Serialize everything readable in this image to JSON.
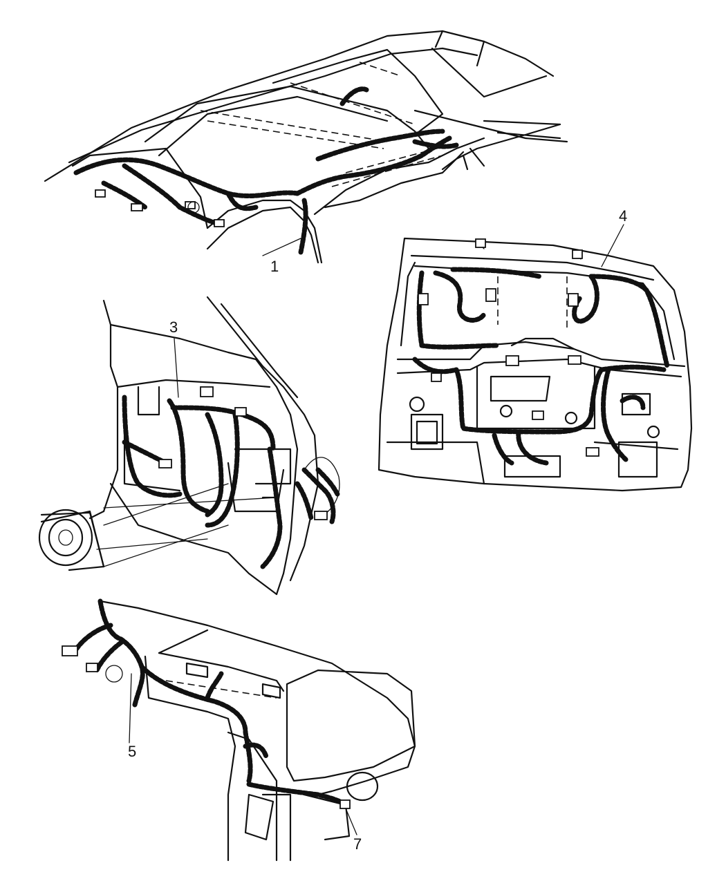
{
  "callouts": [
    {
      "id": "1",
      "label": "1"
    },
    {
      "id": "3",
      "label": "3"
    },
    {
      "id": "4",
      "label": "4"
    },
    {
      "id": "5",
      "label": "5"
    },
    {
      "id": "7",
      "label": "7"
    }
  ]
}
